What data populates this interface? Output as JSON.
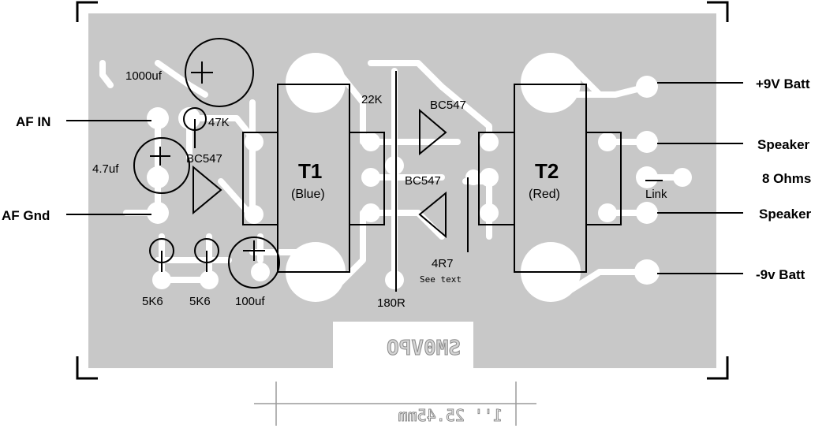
{
  "external_labels": {
    "af_in": "AF IN",
    "af_gnd": "AF Gnd",
    "plus_9v": "+9V Batt",
    "speaker_top": "Speaker",
    "ohms": "8 Ohms",
    "speaker_bottom": "Speaker",
    "minus_9v": "-9v Batt"
  },
  "components": {
    "c_1000uf": "1000uf",
    "r_47k": "47K",
    "c_4_7uf": "4.7uf",
    "q1": "BC547",
    "r_5k6_a": "5K6",
    "r_5k6_b": "5K6",
    "c_100uf": "100uf",
    "r_22k": "22K",
    "q2": "BC547",
    "q3": "BC547",
    "r_4r7": "4R7",
    "see_text": "See text",
    "r_180r": "180R",
    "link": "Link"
  },
  "transformers": {
    "t1_name": "T1",
    "t1_color": "(Blue)",
    "t2_name": "T2",
    "t2_color": "(Red)"
  },
  "board_mark": "SM0VPO",
  "scale_text": "1'' 25.45mm",
  "colors": {
    "board": "#c8c8c8",
    "copper": "#ffffff",
    "ink": "#000000"
  }
}
